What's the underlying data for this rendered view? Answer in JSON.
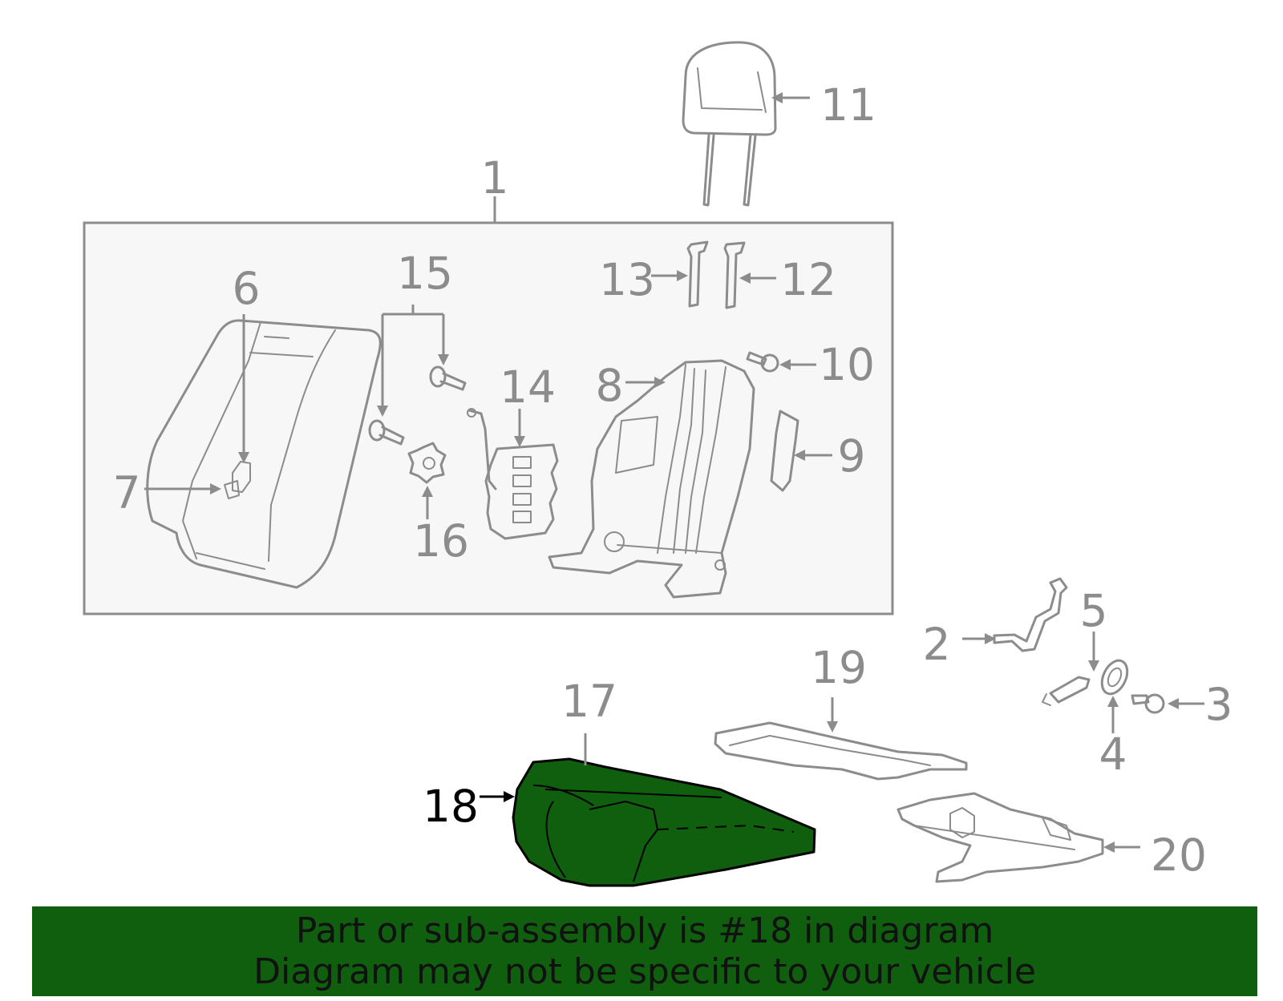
{
  "highlight_color": "#0f5f0f",
  "callouts": {
    "c1": "1",
    "c2": "2",
    "c3": "3",
    "c4": "4",
    "c5": "5",
    "c6": "6",
    "c7": "7",
    "c8": "8",
    "c9": "9",
    "c10": "10",
    "c11": "11",
    "c12": "12",
    "c13": "13",
    "c14": "14",
    "c15": "15",
    "c16": "16",
    "c17": "17",
    "c18": "18",
    "c19": "19",
    "c20": "20"
  },
  "highlighted_part": "18",
  "banner": {
    "line1": "Part or sub-assembly is #18 in diagram",
    "line2": "Diagram may not be specific to your vehicle"
  }
}
